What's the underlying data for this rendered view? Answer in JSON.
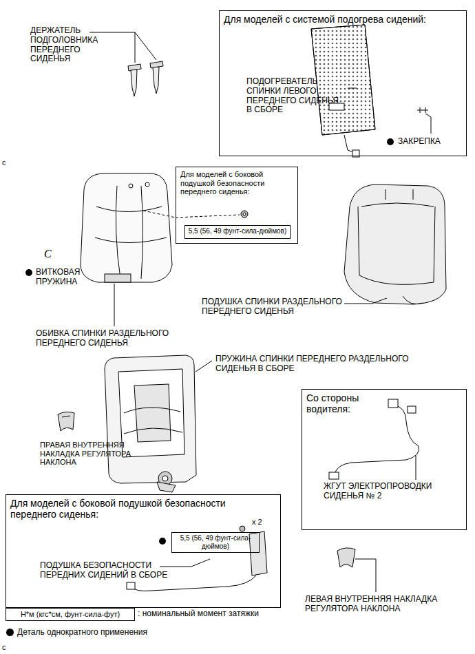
{
  "diagram": {
    "nodes": [
      {
        "text": [
          "Для моделей с системой подогрева сидений:"
        ]
      },
      {
        "text": [
          "Для моделей с боковой подушкой безопасности переднего сиденья:"
        ]
      },
      {
        "text": [
          "5,5 (56, 49 фунт-сила-дюймов)"
        ],
        "in": 1
      },
      {
        "text": [
          "Со стороны водителя:"
        ]
      },
      {
        "text": [
          "Для моделей с боковой подушкой безопасности переднего сиденья:"
        ]
      },
      {
        "text": [
          "5,5 (56, 49 фунт-сила-дюймов)"
        ],
        "in": 4
      },
      {
        "text": [
          "Н*м (кгс*см, фунт-сила-фут)"
        ]
      }
    ],
    "labels": [
      "ДЕРЖАТЕЛЬ ПОДГОЛОВНИКА ПЕРЕДНЕГО СИДЕНЬЯ",
      "ПОДОГРЕВАТЕЛЬ СПИНКИ ЛЕВОГО ПЕРЕДНЕГО СИДЕНЬЯ В СБОРЕ",
      "ЗАКРЕПКА",
      "C",
      "ВИТКОВАЯ ПРУЖИНА",
      "ОБИВКА СПИНКИ РАЗДЕЛЬНОГО ПЕРЕДНЕГО СИДЕНЬЯ",
      "ПОДУШКА СПИНКИ РАЗДЕЛЬНОГО ПЕРЕДНЕГО СИДЕНЬЯ",
      "ПРУЖИНА СПИНКИ ПЕРЕДНЕГО РАЗДЕЛЬНОГО СИДЕНЬЯ В СБОРЕ",
      "ПРАВАЯ ВНУТРЕННЯЯ НАКЛАДКА РЕГУЛЯТОРА НАКЛОНА",
      "ЖГУТ ЭЛЕКТРОПРОВОДКИ СИДЕНЬЯ № 2",
      "x 2",
      "ПОДУШКА БЕЗОПАСНОСТИ ПЕРЕДНИХ СИДЕНИЙ В СБОРЕ",
      "ЛЕВАЯ ВНУТРЕННЯЯ НАКЛАДКА РЕГУЛЯТОРА НАКЛОНА",
      ": номинальный момент затяжки",
      "c",
      "c"
    ],
    "legend": [
      {
        "text": "Деталь однократного применения",
        "color": "#000000"
      }
    ]
  }
}
